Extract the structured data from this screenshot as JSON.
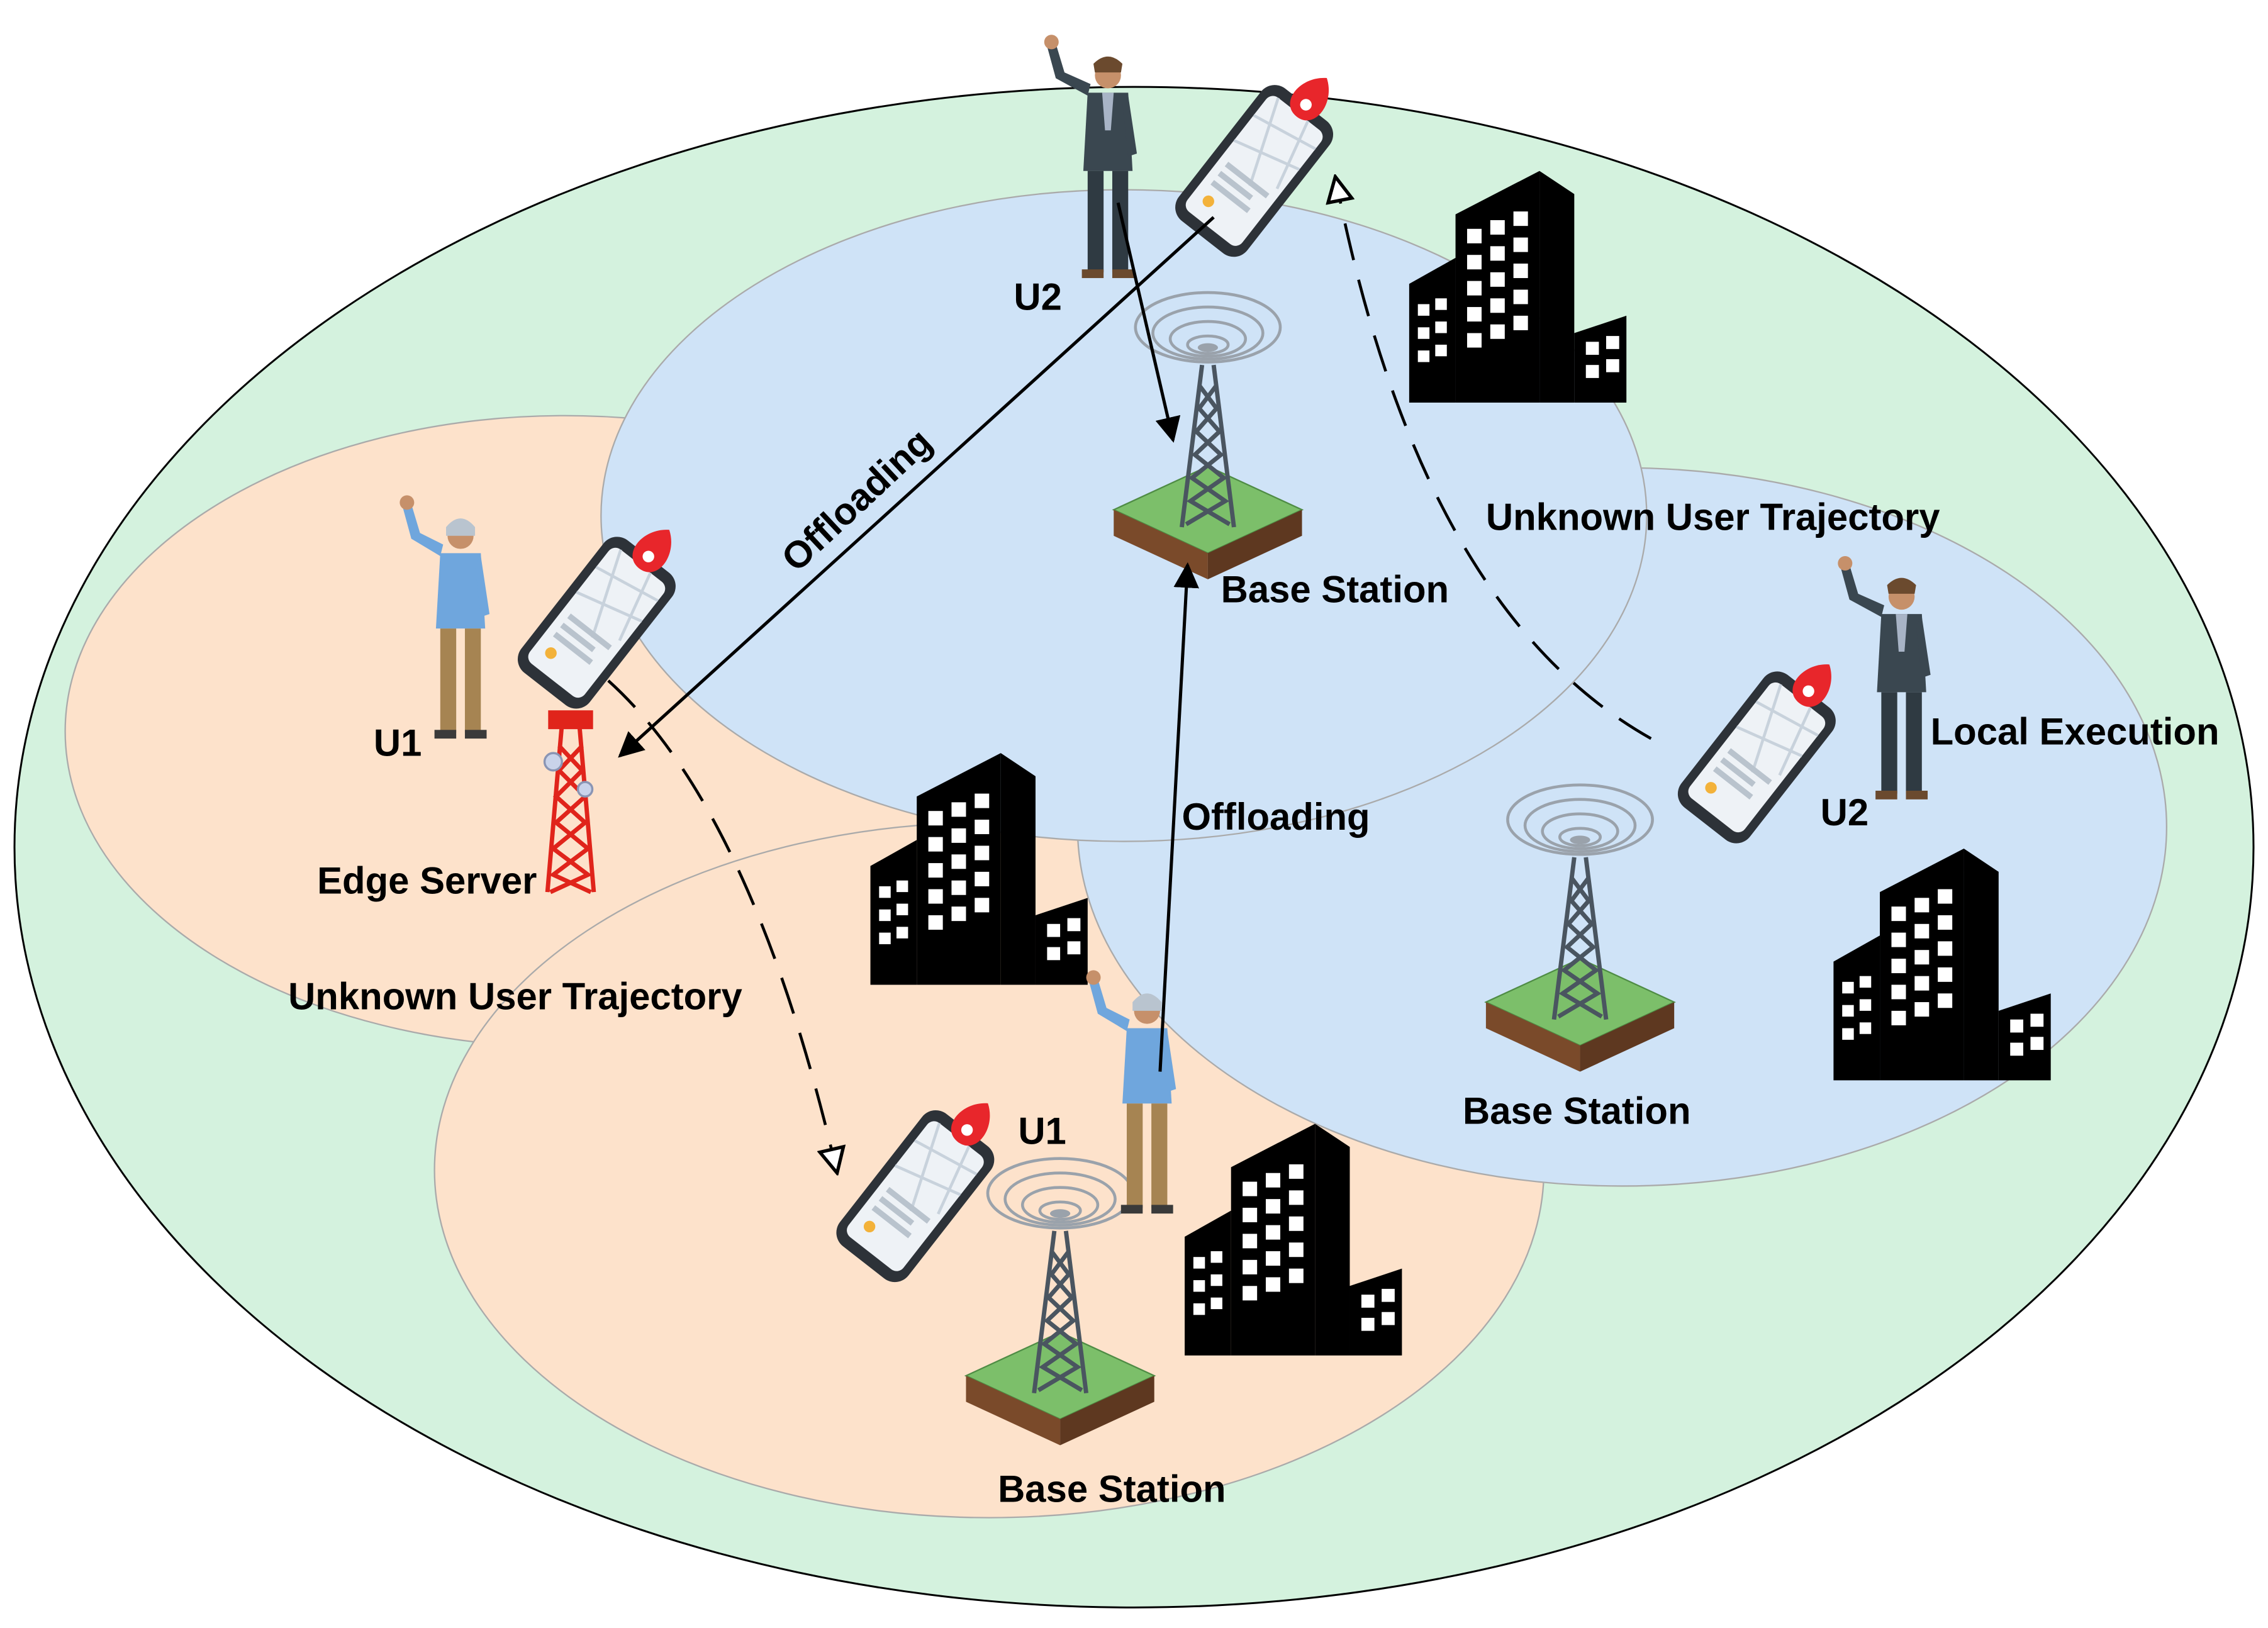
{
  "labels": {
    "u2_top": "U2",
    "u1_left": "U1",
    "u1_bottom": "U1",
    "u2_right": "U2",
    "edge_server": "Edge Server",
    "base_station_top": "Base Station",
    "base_station_right": "Base Station",
    "base_station_bottom": "Base Station",
    "offloading_diagonal": "Offloading",
    "offloading_vertical": "Offloading",
    "trajectory_left": "Unknown User Trajectory",
    "trajectory_right": "Unknown User Trajectory",
    "local_execution": "Local Execution"
  },
  "colors": {
    "outer_region": "#d4f2de",
    "blue_cell": "#cfe3f7",
    "peach_cell": "#fde2cb",
    "tower": "#4a5560",
    "edge_tower": "#e0241b",
    "pin": "#e8262b",
    "building": "#000000",
    "ground_top": "#7cbf6a",
    "ground_side": "#7a4a2a",
    "suit": "#3a4750",
    "shirt_blue": "#6fa6dd",
    "trousers": "#a68452"
  },
  "icons": [
    "person-icon",
    "smartphone-icon",
    "map-pin-icon",
    "base-station-tower-icon",
    "edge-server-tower-icon",
    "building-icon"
  ]
}
